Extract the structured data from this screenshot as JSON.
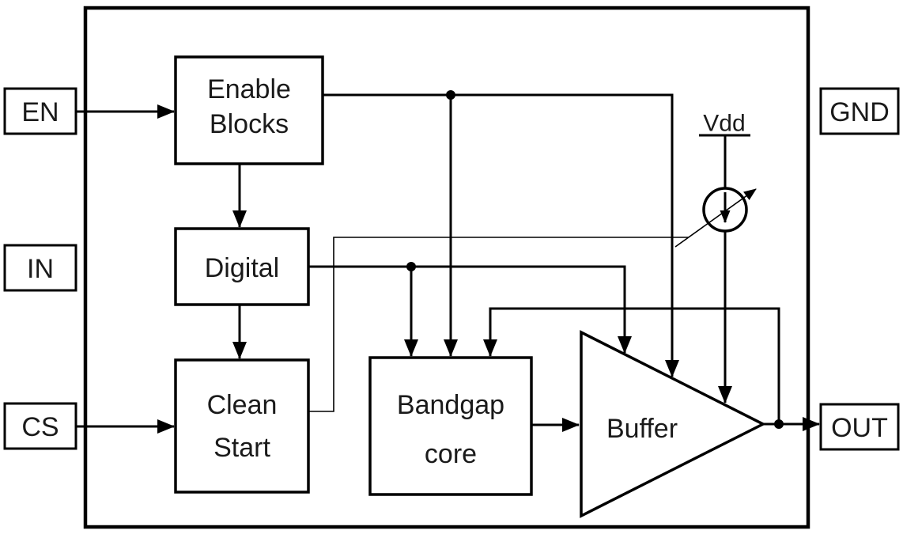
{
  "pins": {
    "en": {
      "label": "EN"
    },
    "in": {
      "label": "IN"
    },
    "cs": {
      "label": "CS"
    },
    "gnd": {
      "label": "GND"
    },
    "out": {
      "label": "OUT"
    }
  },
  "blocks": {
    "enable": {
      "line1": "Enable",
      "line2": "Blocks"
    },
    "digital": {
      "label": "Digital"
    },
    "clean_start": {
      "line1": "Clean",
      "line2": "Start"
    },
    "bandgap_core": {
      "line1": "Bandgap",
      "line2": "core"
    },
    "buffer": {
      "label": "Buffer"
    }
  },
  "supply": {
    "vdd_label": "Vdd"
  },
  "colors": {
    "line": "#000000",
    "text": "#1a1a1a",
    "background": "#ffffff"
  }
}
